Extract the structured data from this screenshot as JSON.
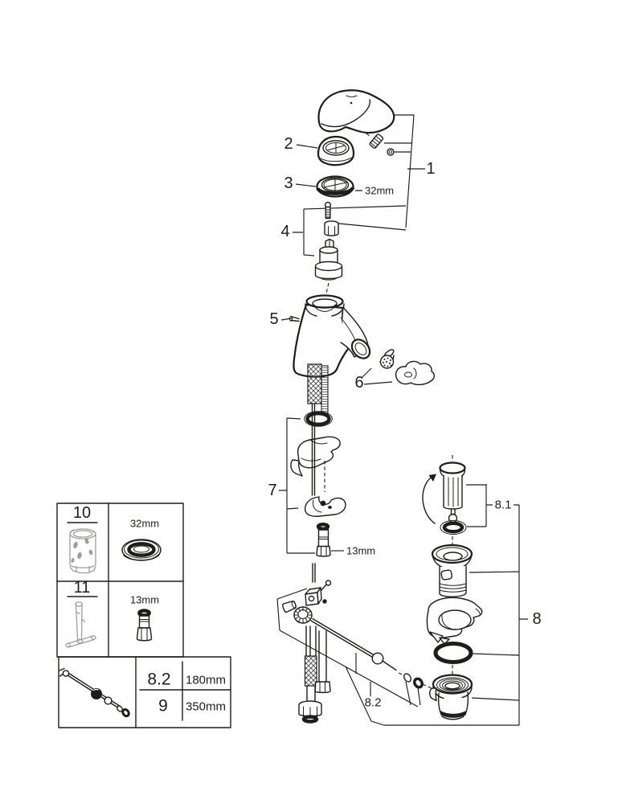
{
  "figure_type": "exploded-parts-diagram",
  "subject": "exploded spare-parts drawing of a single-lever mixer tap with pop-up waste set",
  "callouts": {
    "c1": "1",
    "c2": "2",
    "c3": "3",
    "c4": "4",
    "c5": "5",
    "c6": "6",
    "c7": "7",
    "c8": "8",
    "c8_1": "8.1",
    "c8_2": "8.2"
  },
  "annotations": {
    "cap_ring_size": "32mm",
    "fixing_stud_size": "13mm"
  },
  "legend_table": {
    "tools": [
      {
        "part": "10",
        "size": "32mm"
      },
      {
        "part": "11",
        "size": "13mm"
      }
    ],
    "rods": [
      {
        "part": "8.2",
        "length": "180mm"
      },
      {
        "part": "9",
        "length": "350mm"
      }
    ]
  },
  "colors": {
    "line": "#1d1d1b",
    "tool_line": "#9d9d9c",
    "background": "#ffffff"
  }
}
